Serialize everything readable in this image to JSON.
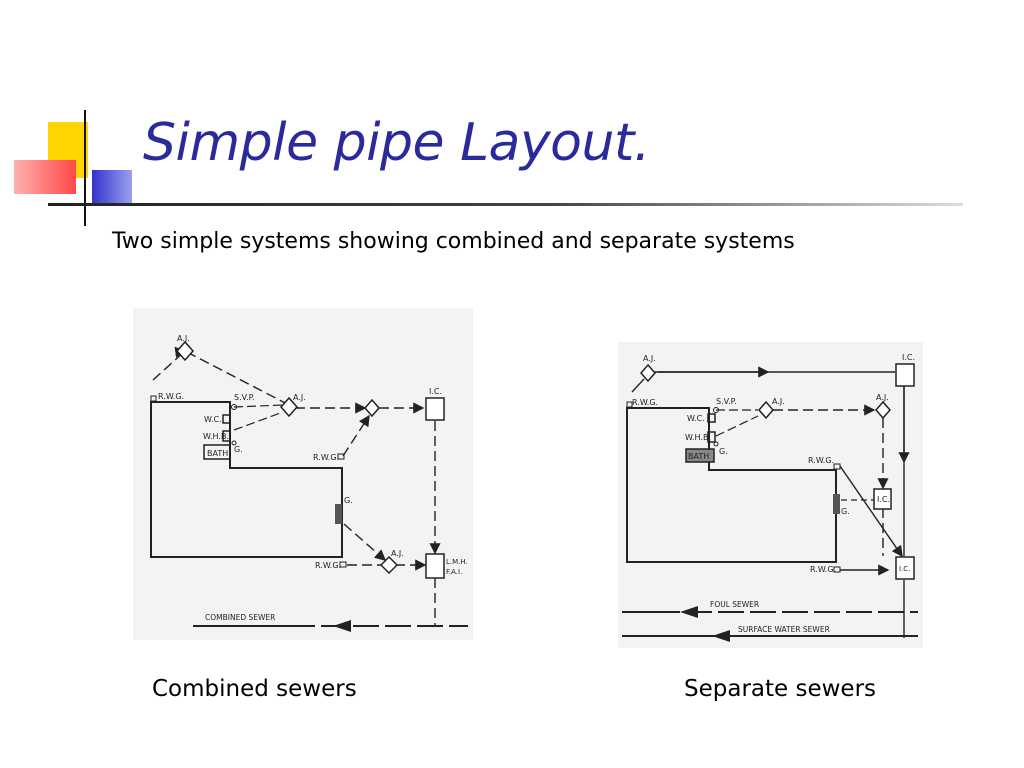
{
  "slide": {
    "title": "Simple pipe Layout.",
    "subtitle": "Two simple systems showing combined and separate systems",
    "captions": {
      "left": "Combined sewers",
      "right": "Separate sewers"
    },
    "colors": {
      "title": "#2a2a9c",
      "accent_yellow": "#ffcc00",
      "accent_red": "#ff4a4a",
      "accent_blue": "#3333cc"
    }
  },
  "combined_diagram": {
    "labels": {
      "aj_top": "A.J.",
      "rwg_top": "R.W.G.",
      "svp": "S.V.P.",
      "aj_mid": "A.J.",
      "ic": "I.C.",
      "wc": "W.C.",
      "whb": "W.H.B.",
      "bath": "BATH",
      "g_house": "G.",
      "rwg_mid": "R.W.G.",
      "g_side": "G.",
      "aj_low": "A.J.",
      "rwg_low": "R.W.G.",
      "lmh": "L.M.H.",
      "fai": "F.A.I.",
      "sewer": "COMBINED SEWER"
    }
  },
  "separate_diagram": {
    "labels": {
      "aj_top": "A.J.",
      "ic_top": "I.C.",
      "rwg_top": "R.W.G.",
      "svp": "S.V.P.",
      "aj_mid": "A.J.",
      "aj_right": "A.J.",
      "wc": "W.C.",
      "whb": "W.H.B.",
      "bath": "BATH",
      "g_house": "G.",
      "rwg_mid": "R.W.G.",
      "g_side": "G.",
      "ic_mid": "I.C.",
      "rwg_low": "R.W.G.",
      "ic_low": "I.C.",
      "foul_sewer": "FOUL SEWER",
      "surface_sewer": "SURFACE WATER SEWER"
    }
  }
}
